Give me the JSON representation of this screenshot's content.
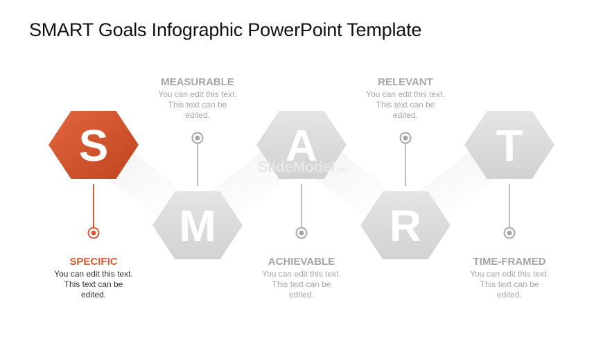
{
  "title": "SMART Goals Infographic PowerPoint Template",
  "watermark": {
    "brand": "SlideModel",
    "suffix": ".com"
  },
  "steps": [
    {
      "letter": "S",
      "heading": "SPECIFIC",
      "text": [
        "You can edit this text.",
        "This text can be",
        "edited."
      ],
      "active": true
    },
    {
      "letter": "M",
      "heading": "MEASURABLE",
      "text": [
        "You can edit this text.",
        "This text can be",
        "edited."
      ],
      "active": false
    },
    {
      "letter": "A",
      "heading": "ACHIEVABLE",
      "text": [
        "You can edit this text.",
        "This text can be",
        "edited."
      ],
      "active": false
    },
    {
      "letter": "R",
      "heading": "RELEVANT",
      "text": [
        "You can edit this text.",
        "This text can be",
        "edited."
      ],
      "active": false
    },
    {
      "letter": "T",
      "heading": "TIME-FRAMED",
      "text": [
        "You can edit this text.",
        "This text can be",
        "edited."
      ],
      "active": false
    }
  ],
  "colors": {
    "accent": "#d65a33",
    "accent_dark": "#c1441e",
    "hex_gray": "#dcdcdc",
    "connector": "#a6a6a6"
  }
}
